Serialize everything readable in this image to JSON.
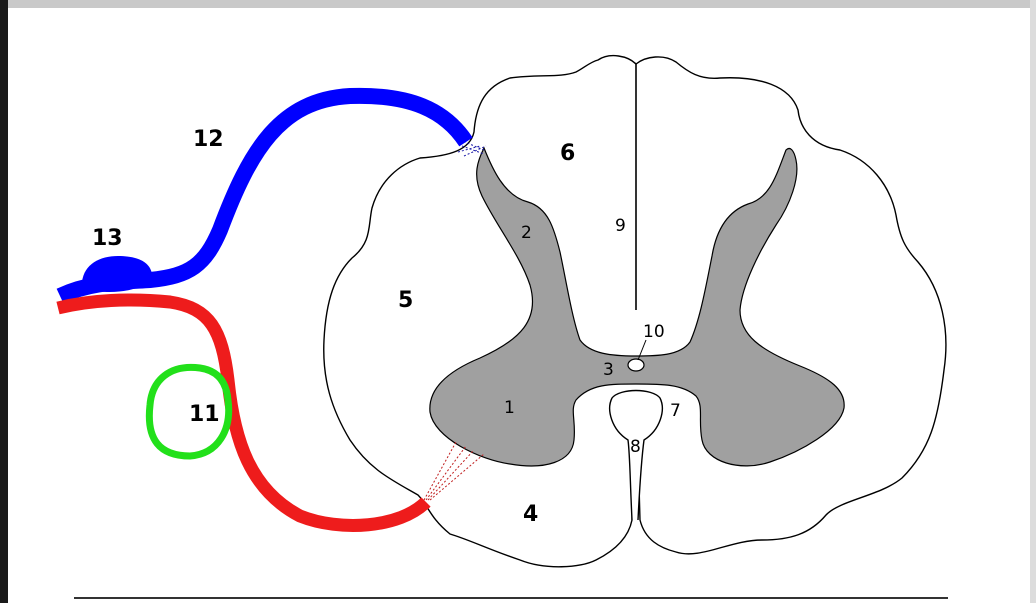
{
  "labels": {
    "l1": "1",
    "l2": "2",
    "l3": "3",
    "l4": "4",
    "l5": "5",
    "l6": "6",
    "l7": "7",
    "l8": "8",
    "l9": "9",
    "l10": "10",
    "l11": "11",
    "l12": "12",
    "l13": "13"
  },
  "colors": {
    "dorsal_root": "#0000ff",
    "ventral_root": "#ee1c1c",
    "highlight_circle": "#22e01a",
    "gray_matter": "#a0a0a0",
    "white_matter": "#ffffff",
    "outline": "#000000"
  }
}
